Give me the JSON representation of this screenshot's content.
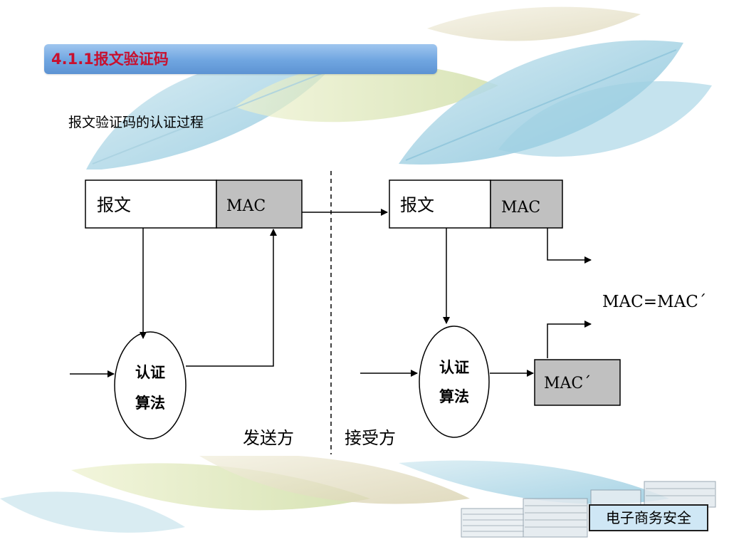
{
  "slide": {
    "title": "4.1.1报文验证码",
    "subtitle": "报文验证码的认证过程",
    "footer_label": "电子商务安全"
  },
  "diagram": {
    "sender": {
      "message_label": "报文",
      "mac_label": "MAC",
      "algorithm_line1": "认证",
      "algorithm_line2": "算法",
      "side_label": "发送方"
    },
    "receiver": {
      "message_label": "报文",
      "mac_label": "MAC",
      "algorithm_line1": "认证",
      "algorithm_line2": "算法",
      "computed_mac_label": "MAC´",
      "comparison_label": "MAC=MAC´",
      "side_label": "接受方"
    }
  },
  "colors": {
    "title_text": "#c8102e",
    "title_bar": "#6fa5e0",
    "mac_fill": "#c0c0c0",
    "footer_fill": "#cfe7f5"
  }
}
